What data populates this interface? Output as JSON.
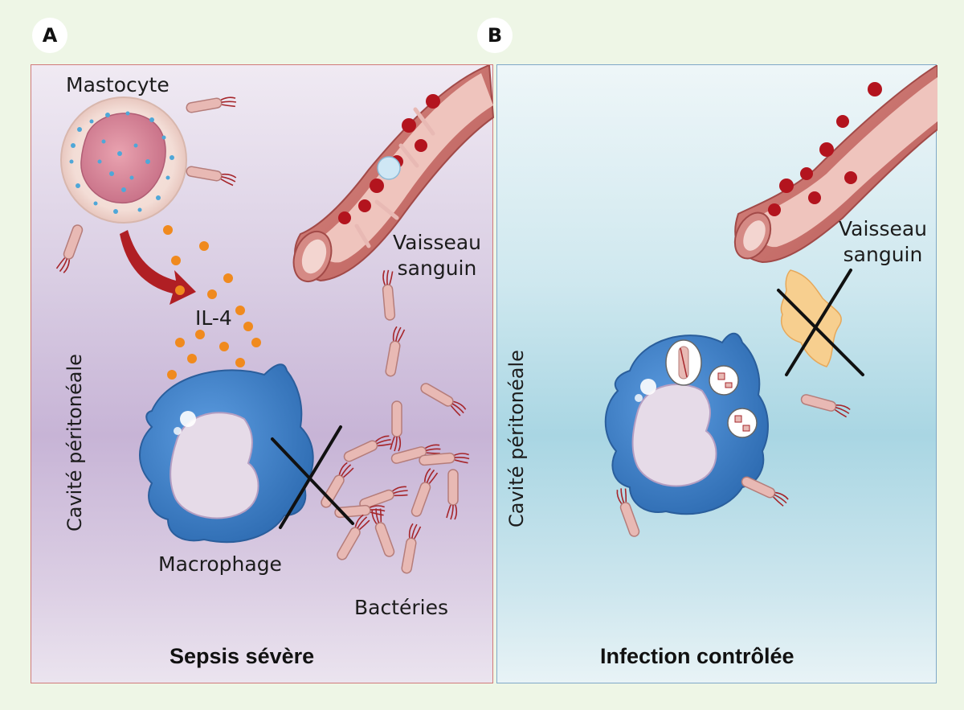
{
  "panels": {
    "a": {
      "letter": "A",
      "title": "Sepsis sévère",
      "labels": {
        "mastocyte": "Mastocyte",
        "il4": "IL-4",
        "vaisseau_line1": "Vaisseau",
        "vaisseau_line2": "sanguin",
        "cavite": "Cavité péritonéale",
        "macrophage": "Macrophage",
        "bacteries": "Bactéries"
      }
    },
    "b": {
      "letter": "B",
      "title": "Infection contrôlée",
      "labels": {
        "vaisseau_line1": "Vaisseau",
        "vaisseau_line2": "sanguin",
        "cavite": "Cavité péritonéale"
      }
    }
  },
  "colors": {
    "background": "#eef6e6",
    "panel_a_border": "#d07a7a",
    "panel_b_border": "#7fa8c8",
    "macrophage": "#3f7fc4",
    "il4_dots": "#f08a1e",
    "vessel": "#c75a5a",
    "red_blood_cell": "#b3141e",
    "bacteria": "#e8b9b4",
    "arrow": "#b01f24",
    "chemokine": "#f7cf8f"
  },
  "icons": [
    "mastocyte-cell-icon",
    "macrophage-cell-icon",
    "blood-vessel-icon",
    "bacteria-icon",
    "cross-mark-icon",
    "curved-arrow-icon"
  ]
}
